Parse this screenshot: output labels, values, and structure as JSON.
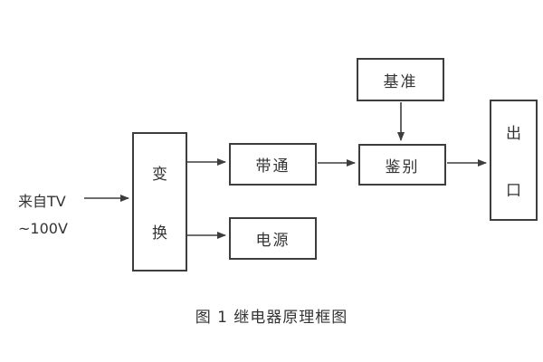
{
  "colors": {
    "background": "#ffffff",
    "line": "#3d3d3d",
    "text": "#333333"
  },
  "diagram": {
    "caption": "图 1  继电器原理框图",
    "input": {
      "line1": "来自TV",
      "line2": "~100V"
    },
    "blocks": {
      "transform": {
        "label": "变换",
        "char1": "变",
        "char2": "换"
      },
      "bandpass": {
        "label": "带通"
      },
      "power": {
        "label": "电源"
      },
      "reference": {
        "label": "基准"
      },
      "discriminate": {
        "label": "鉴别"
      },
      "output": {
        "label": "出口",
        "char1": "出",
        "char2": "口"
      }
    },
    "connections": [
      {
        "from": "input (来自TV ~100V)",
        "to": "transform"
      },
      {
        "from": "transform",
        "to": "bandpass"
      },
      {
        "from": "transform",
        "to": "power"
      },
      {
        "from": "bandpass",
        "to": "discriminate"
      },
      {
        "from": "reference",
        "to": "discriminate"
      },
      {
        "from": "discriminate",
        "to": "output"
      }
    ]
  }
}
